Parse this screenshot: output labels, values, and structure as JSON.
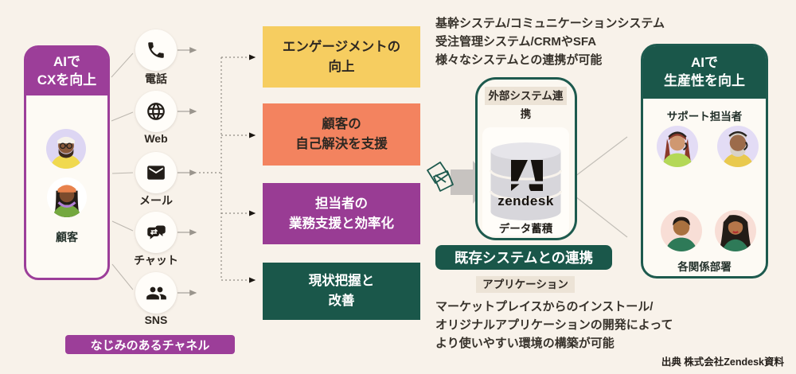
{
  "palette": {
    "background": "#f8f2ea",
    "purple": "#9c3e99",
    "yellow": "#f6cd60",
    "orange": "#f3835f",
    "dark_green": "#1a574a",
    "label_beige": "#ece3d6",
    "ink": "#2e2822"
  },
  "icons": {
    "phone-icon": "solid telephone handset",
    "globe-icon": "globe with meridians",
    "mail-icon": "solid envelope",
    "chat-bubbles-icon": "speech bubbles with swap arrows",
    "people-icon": "two person silhouettes",
    "zendesk-logo": "geometric Z logomark",
    "database-icon": "stacked cylinder database",
    "tickets-doodle-icon": "hand-drawn ticket doodle",
    "big-arrow-icon": "thick right-pointing block arrow"
  },
  "left_panel": {
    "title_line1": "AIで",
    "title_line2": "CXを向上",
    "customer_label": "顧客",
    "caption": "なじみのあるチャネル"
  },
  "channels": [
    {
      "label": "電話",
      "icon": "phone-icon"
    },
    {
      "label": "Web",
      "icon": "globe-icon"
    },
    {
      "label": "メール",
      "icon": "mail-icon"
    },
    {
      "label": "チャット",
      "icon": "chat-bubbles-icon"
    },
    {
      "label": "SNS",
      "icon": "people-icon"
    }
  ],
  "benefits": [
    {
      "line1": "エンゲージメントの",
      "line2": "向上",
      "bg": "#f6cd60",
      "fg": "#2e2822"
    },
    {
      "line1": "顧客の",
      "line2": "自己解決を支援",
      "bg": "#f3835f",
      "fg": "#2e2822"
    },
    {
      "line1": "担当者の",
      "line2": "業務支援と効率化",
      "bg": "#993c94",
      "fg": "#ffffff"
    },
    {
      "line1": "現状把握と",
      "line2": "改善",
      "bg": "#1a574a",
      "fg": "#ffffff"
    }
  ],
  "center": {
    "top_note": {
      "line1": "基幹システム/コミュニケーションシステム",
      "line2": "受注管理システム/CRMやSFA",
      "line3": "様々なシステムとの連携が可能"
    },
    "external_label": "外部システム連携",
    "logo_word": "zendesk",
    "data_label": "データ蓄積",
    "integration_title": "既存システムとの連携",
    "app_label": "アプリケーション",
    "bottom_note": {
      "line1": "マーケットプレイスからのインストール/",
      "line2": "オリジナルアプリケーションの開発によって",
      "line3": "より使いやすい環境の構築が可能"
    }
  },
  "right_panel": {
    "title_line1": "AIで",
    "title_line2": "生産性を向上",
    "agents_label": "サポート担当者",
    "departments_label": "各関係部署"
  },
  "source_note": "出典 株式会社Zendesk資料"
}
